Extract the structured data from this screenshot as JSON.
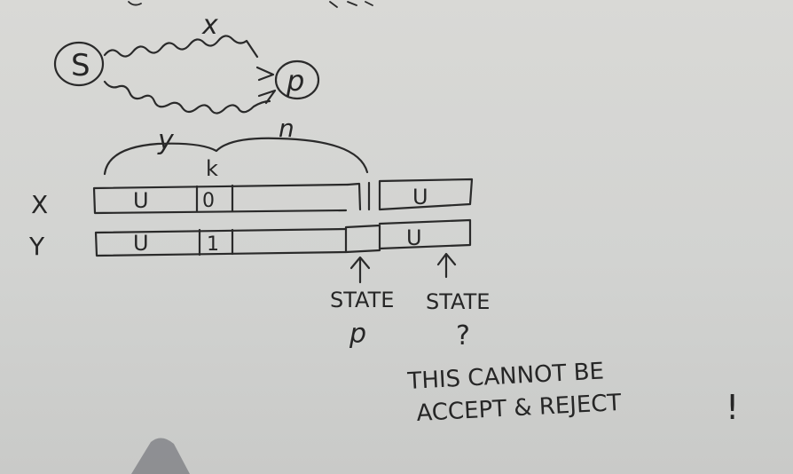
{
  "graph": {
    "node_start": "S",
    "node_end": "p",
    "edge_top_label": "x",
    "edge_bottom_label": "y",
    "brace_label": "n",
    "position_label": "k"
  },
  "tapes": {
    "row_x_label": "X",
    "row_y_label": "Y",
    "x_cells": [
      "U",
      "0",
      "",
      "",
      "U"
    ],
    "y_cells": [
      "U",
      "1",
      "",
      "",
      "U"
    ]
  },
  "annotations": {
    "state_left": "STATE",
    "state_left_value": "p",
    "state_right": "STATE",
    "state_right_value": "?",
    "conclusion_line1": "THIS CANNOT BE",
    "conclusion_line2": "ACCEPT & REJECT",
    "exclaim": "!"
  }
}
